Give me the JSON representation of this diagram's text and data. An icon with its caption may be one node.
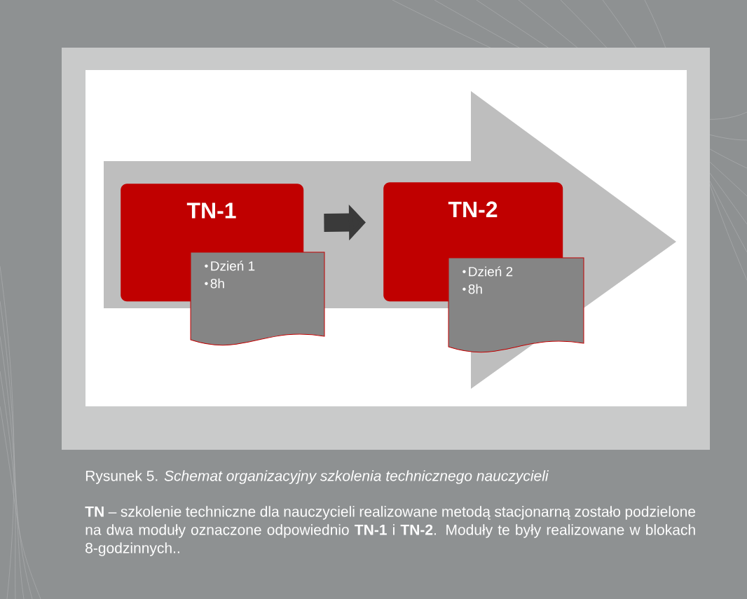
{
  "diagram": {
    "caption": "Rysunek 5. *Schemat organizacyjny szkolenia technicznego nauczycieli*",
    "nodes": [
      {
        "text": [
          "TN-1"
        ]
      },
      {
        "text": [
          "Dzień 1",
          "8h"
        ]
      },
      {
        "text": [
          "TN-2"
        ]
      },
      {
        "text": [
          "Dzień 2",
          "8h"
        ]
      }
    ],
    "edges": [
      {
        "from": 0,
        "to": 2,
        "arrow": "to"
      }
    ],
    "labels": [
      "**TN** – szkolenie techniczne dla nauczycieli realizowane metodą stacjonarną zostało podzielone na dwa moduły oznaczone odpowiednio **TN-1** i **TN-2**. Moduły te były realizowane w blokach 8-godzinnych.."
    ]
  }
}
